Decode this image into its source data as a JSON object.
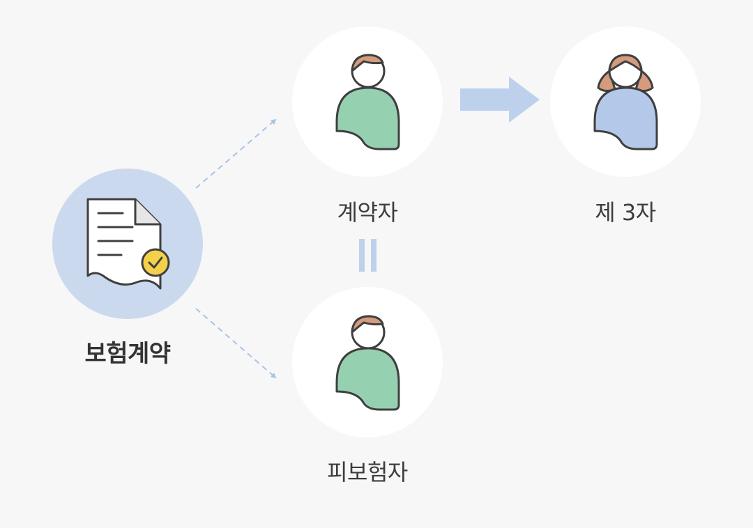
{
  "nodes": {
    "insurance_contract": {
      "label": "보험계약",
      "icon": "document-check-icon"
    },
    "contractor": {
      "label": "계약자",
      "icon": "man-icon"
    },
    "third_party": {
      "label": "제 3자",
      "icon": "woman-icon"
    },
    "insured": {
      "label": "피보험자",
      "icon": "man-icon"
    }
  },
  "connectors": {
    "contract_to_contractor": "dashed-arrow",
    "contract_to_insured": "dashed-arrow",
    "contractor_to_third_party": "block-arrow",
    "contractor_equals_insured": "equals-sign"
  },
  "colors": {
    "background": "#f7f7f7",
    "circle_white": "#ffffff",
    "circle_blue": "#cbd9ef",
    "accent_blue": "#bdd1ec",
    "green_body": "#95d1b0",
    "blue_body": "#b4c9ea",
    "hair": "#d59b7e",
    "check_badge": "#f5d04a",
    "outline": "#3f3f3f"
  }
}
